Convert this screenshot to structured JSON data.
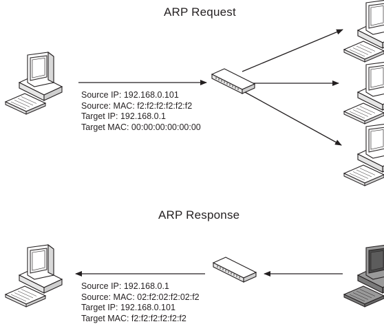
{
  "request": {
    "title": "ARP Request",
    "lines": [
      "Source IP: 192.168.0.101",
      "Source: MAC: f2:f2:f2:f2:f2:f2",
      "Target IP: 192.168.0.1",
      "Target MAC: 00:00:00:00:00:00"
    ]
  },
  "response": {
    "title": "ARP Response",
    "lines": [
      "Source IP: 192.168.0.1",
      "Source: MAC: 02:f2:02:f2:02:f2",
      "Target IP: 192.168.0.101",
      "Target MAC: f2:f2:f2:f2:f2:f2"
    ]
  },
  "icons": {
    "computer": "desktop-computer-icon",
    "switch": "network-switch-icon",
    "highlighted_computer": "responding-computer-icon"
  },
  "colors": {
    "line": "#231f20",
    "device_fill": "#ffffff",
    "device_shade": "#e6e6e6",
    "responder_fill": "#9a9a9a",
    "responder_screen": "#4a4a4a"
  }
}
